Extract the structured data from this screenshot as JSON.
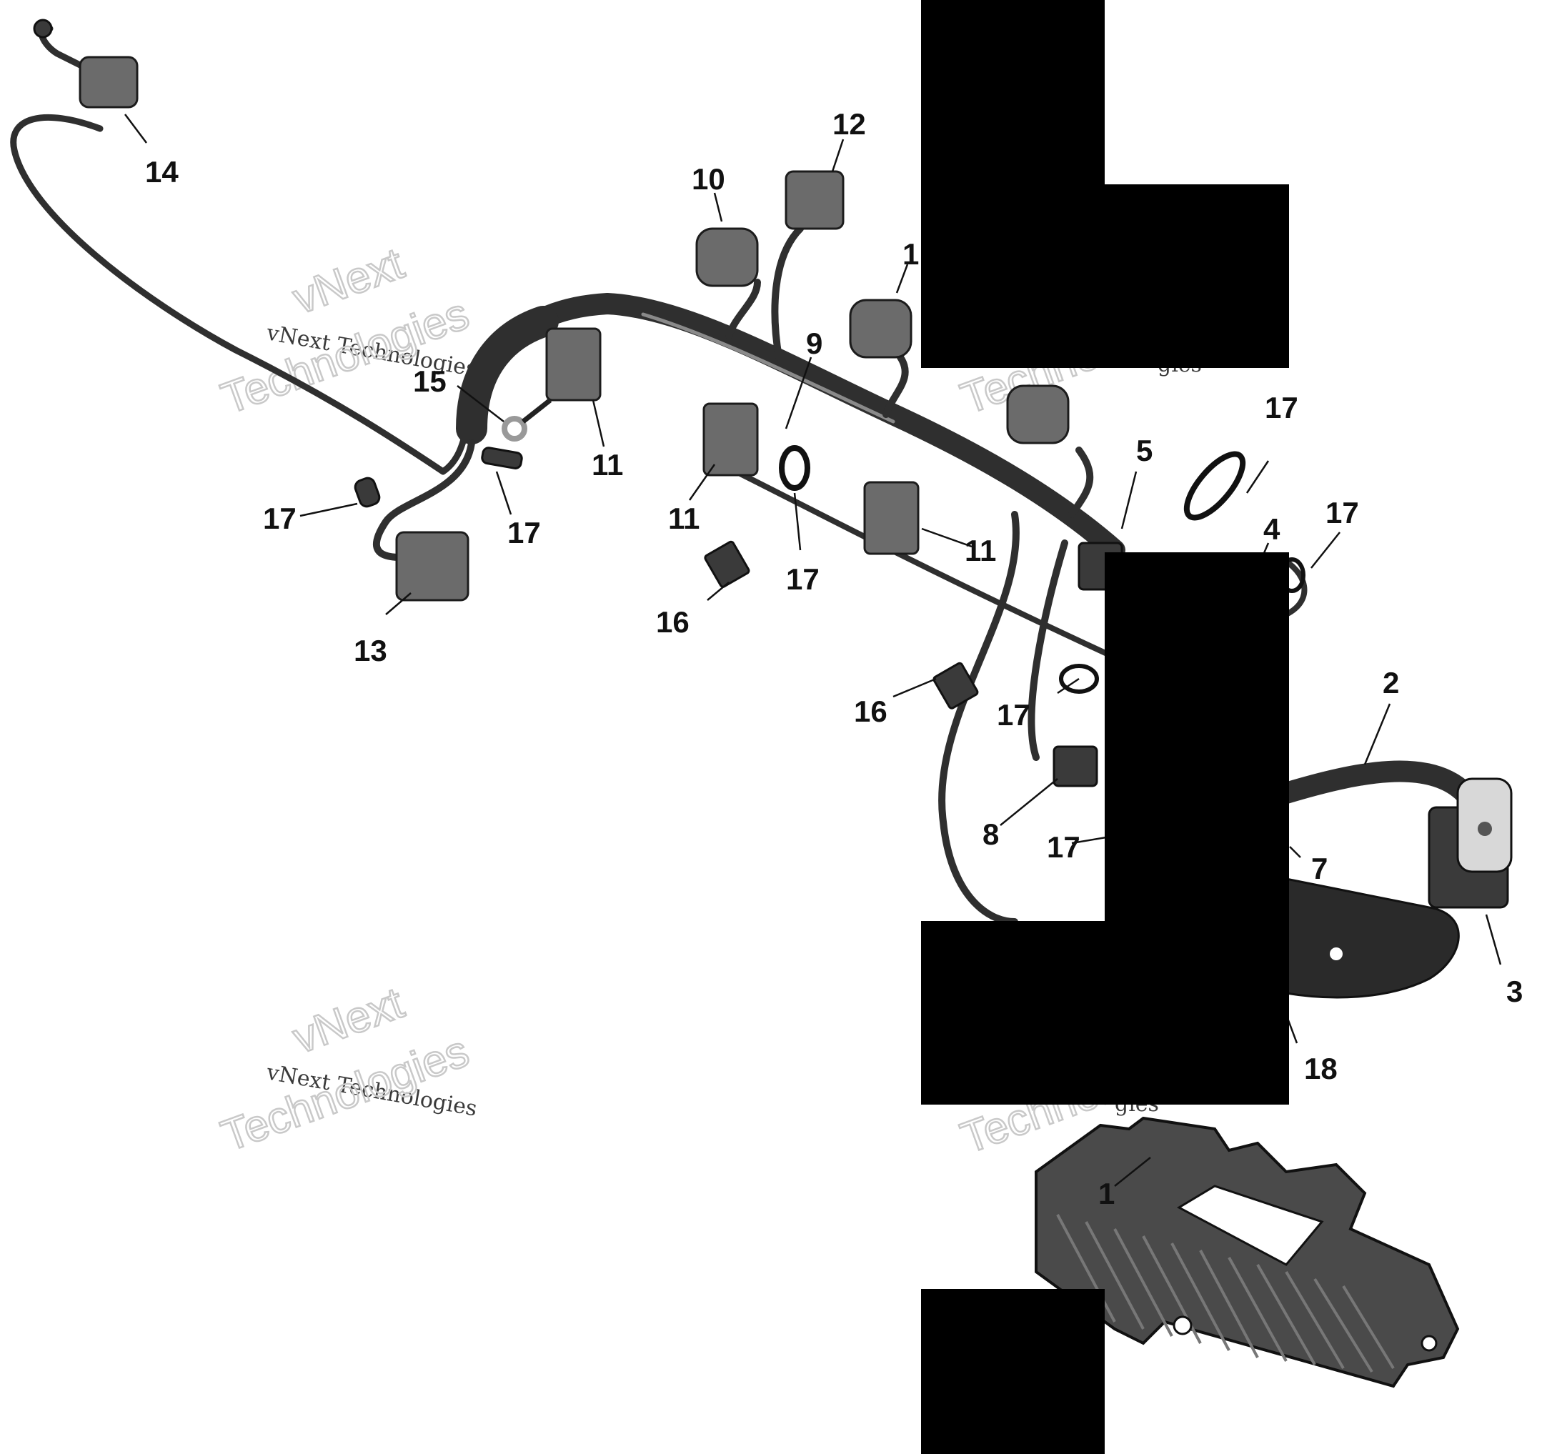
{
  "watermark": {
    "line1": "vNext",
    "line2": "vNext Technologies",
    "line3": "Technologies",
    "line2_partial": "gies"
  },
  "callouts": [
    {
      "id": "c14",
      "label": "14"
    },
    {
      "id": "c12",
      "label": "12"
    },
    {
      "id": "c10",
      "label": "10"
    },
    {
      "id": "c10b",
      "label": "1"
    },
    {
      "id": "c15",
      "label": "15"
    },
    {
      "id": "c9",
      "label": "9"
    },
    {
      "id": "c11a",
      "label": "11"
    },
    {
      "id": "c11b",
      "label": "11"
    },
    {
      "id": "c11c",
      "label": "11"
    },
    {
      "id": "c17a",
      "label": "17"
    },
    {
      "id": "c17b",
      "label": "17"
    },
    {
      "id": "c17c",
      "label": "17"
    },
    {
      "id": "c17d",
      "label": "17"
    },
    {
      "id": "c17e",
      "label": "17"
    },
    {
      "id": "c17f",
      "label": "17"
    },
    {
      "id": "c17g",
      "label": "17"
    },
    {
      "id": "c5",
      "label": "5"
    },
    {
      "id": "c4",
      "label": "4"
    },
    {
      "id": "c13",
      "label": "13"
    },
    {
      "id": "c16a",
      "label": "16"
    },
    {
      "id": "c16b",
      "label": "16"
    },
    {
      "id": "c2",
      "label": "2"
    },
    {
      "id": "c8",
      "label": "8"
    },
    {
      "id": "c7",
      "label": "7"
    },
    {
      "id": "c3",
      "label": "3"
    },
    {
      "id": "c18",
      "label": "18"
    },
    {
      "id": "c1",
      "label": "1"
    }
  ]
}
